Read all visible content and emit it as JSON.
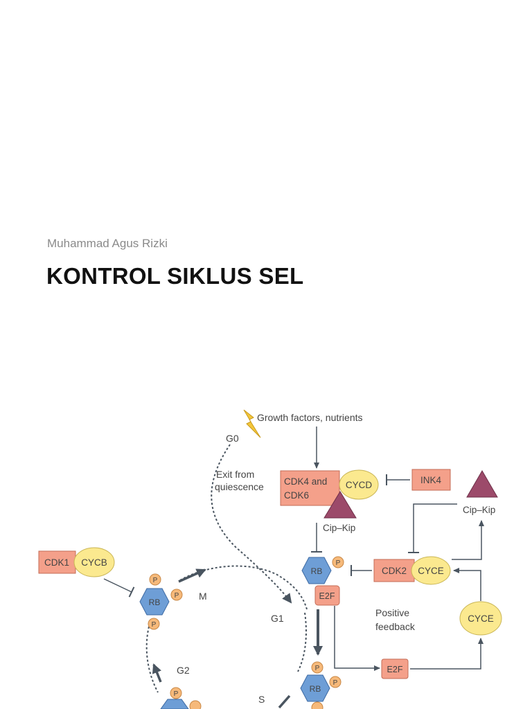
{
  "slide": {
    "author": "Muhammad Agus Rizki",
    "title": "KONTROL SIKLUS SEL"
  },
  "diagram": {
    "signal": "Growth factors, nutrients",
    "phases": {
      "g0": "G0",
      "g1": "G1",
      "g2": "G2",
      "m": "M",
      "s": "S"
    },
    "exit_label_1": "Exit from",
    "exit_label_2": "quiescence",
    "cdk46_1": "CDK4 and",
    "cdk46_2": "CDK6",
    "cycd": "CYCD",
    "ink4": "INK4",
    "cipkip": "Cip–Kip",
    "cdk1": "CDK1",
    "cycb": "CYCB",
    "cdk2": "CDK2",
    "cyce": "CYCE",
    "rb": "RB",
    "e2f": "E2F",
    "p": "P",
    "feedback_1": "Positive",
    "feedback_2": "feedback"
  },
  "colors": {
    "cdk_box": "#f4a08a",
    "cyclin": "#fbe98f",
    "rb": "#6e9ed6",
    "p_circle": "#f6b97a",
    "inhibitor": "#9c4a6a",
    "arrow": "#4a5560",
    "lightning": "#f3c63b"
  }
}
